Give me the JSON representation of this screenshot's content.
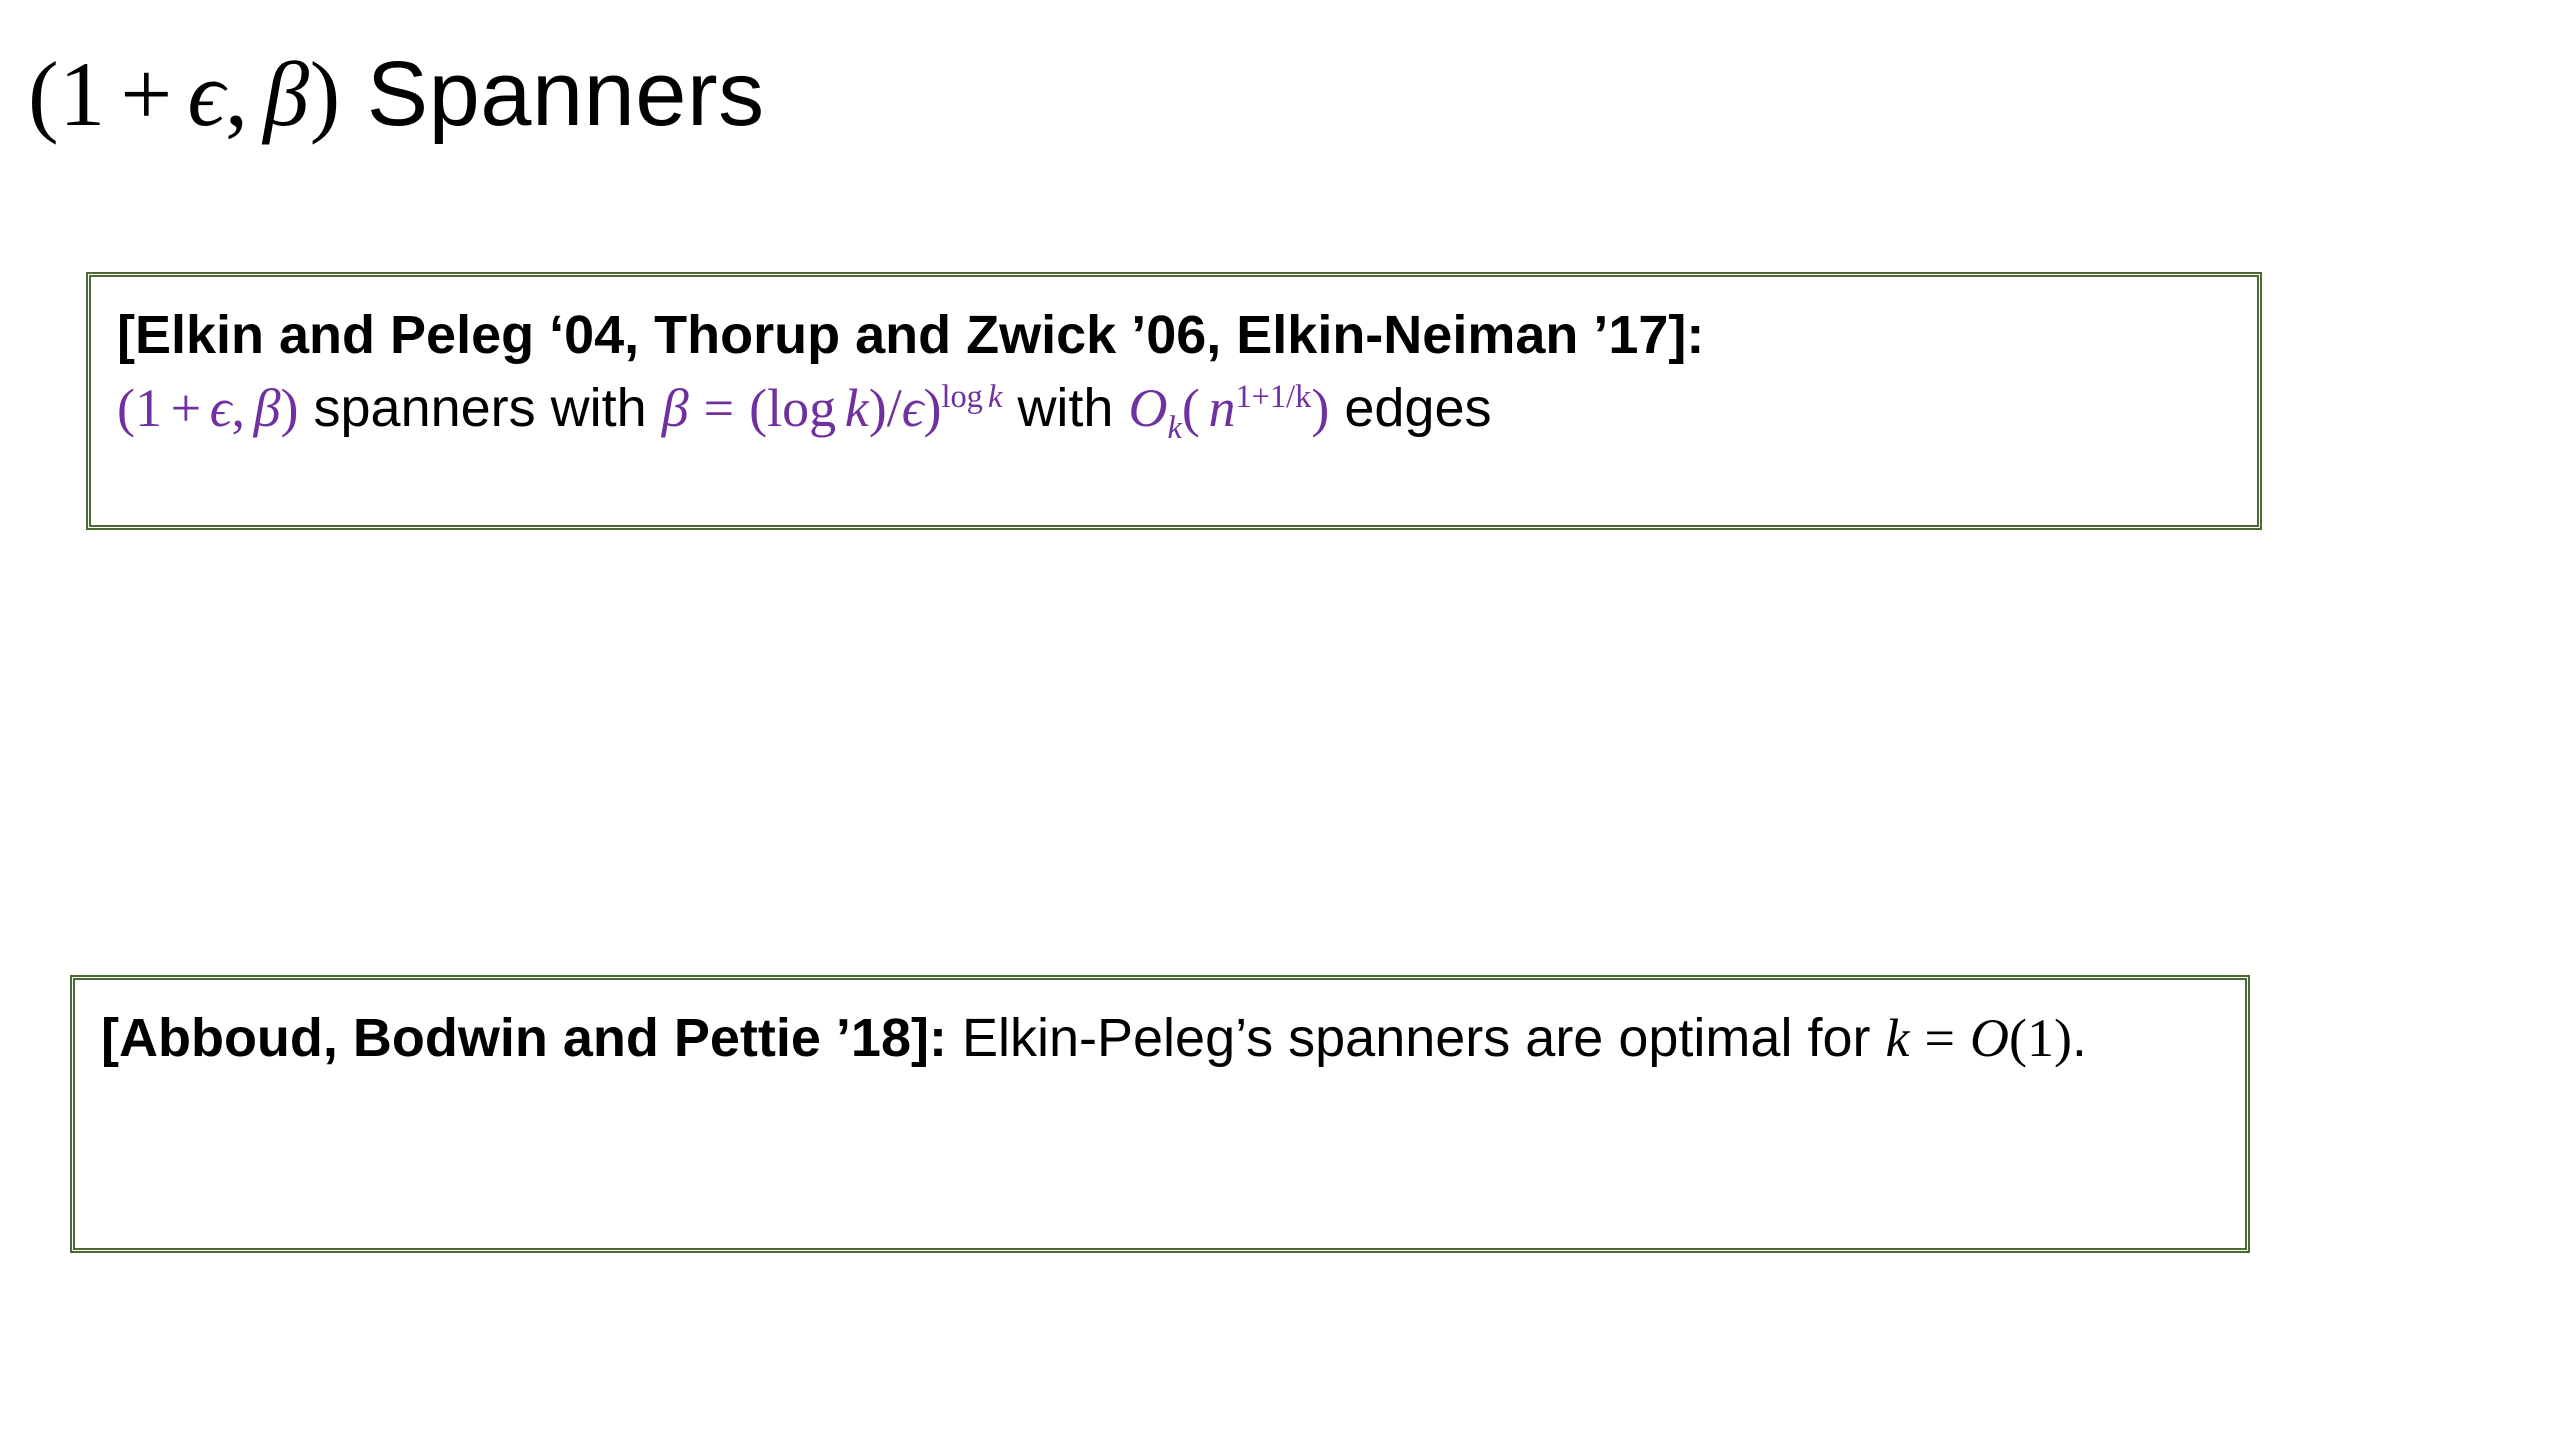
{
  "slide": {
    "background_color": "#ffffff",
    "title": {
      "full_text": "(1 + ϵ, β) Spanners",
      "math_part": "(1 + ϵ, β)",
      "plain_part": "Spanners",
      "open_paren": "(",
      "one": "1",
      "plus": "+",
      "epsilon": "ϵ",
      "comma": ",",
      "beta": "β",
      "close_paren": ")"
    },
    "accent_colors": {
      "box_border_green": "#4a6b33",
      "math_purple": "#7030a0",
      "text_black": "#000000"
    }
  },
  "boxes": [
    {
      "id": "elkin-peleg",
      "citation": "[Elkin and Peleg ‘04, Thorup and Zwick ’06, Elkin-Neiman ’17]:",
      "statement_plain_text": "(1 + ϵ, β) spanners with β = ((log k)/ϵ)^(log k) with O_k( n^(1+1/k)) edges",
      "statement_tokens": {
        "lead_math": "(1 + ϵ, β)",
        "lead_open": "(",
        "lead_one": "1",
        "lead_plus": "+",
        "lead_epsilon": "ϵ",
        "lead_comma": ",",
        "lead_beta": "β",
        "lead_close": ")",
        "word_spanners": "spanners",
        "word_with_1": "with",
        "beta_symbol": "β",
        "equals": "=",
        "open_paren_outer": "(",
        "log": "log",
        "k_var": "k",
        "close_paren_inner": ")",
        "slash": "/",
        "epsilon_symbol": "ϵ",
        "close_paren_outer": ")",
        "exponent_log_k": "log k",
        "word_with_2": "with",
        "big_o": "O",
        "big_o_sub": "k",
        "big_o_open": "(",
        "n_var": "n",
        "n_exponent": "1+1/k",
        "big_o_close": ")",
        "word_edges": "edges"
      }
    },
    {
      "id": "abboud",
      "citation": "[Abboud, Bodwin and Pettie ’18]:",
      "statement_plain_text": "Elkin-Peleg’s spanners are optimal for k = O(1).",
      "statement_tokens": {
        "part_1": "Elkin-Peleg’s spanners are",
        "part_2": "optimal for",
        "k_var": "k",
        "equals": "=",
        "big_o": "O",
        "open_paren": "(",
        "one": "1",
        "close_paren": ")",
        "period": "."
      }
    }
  ]
}
